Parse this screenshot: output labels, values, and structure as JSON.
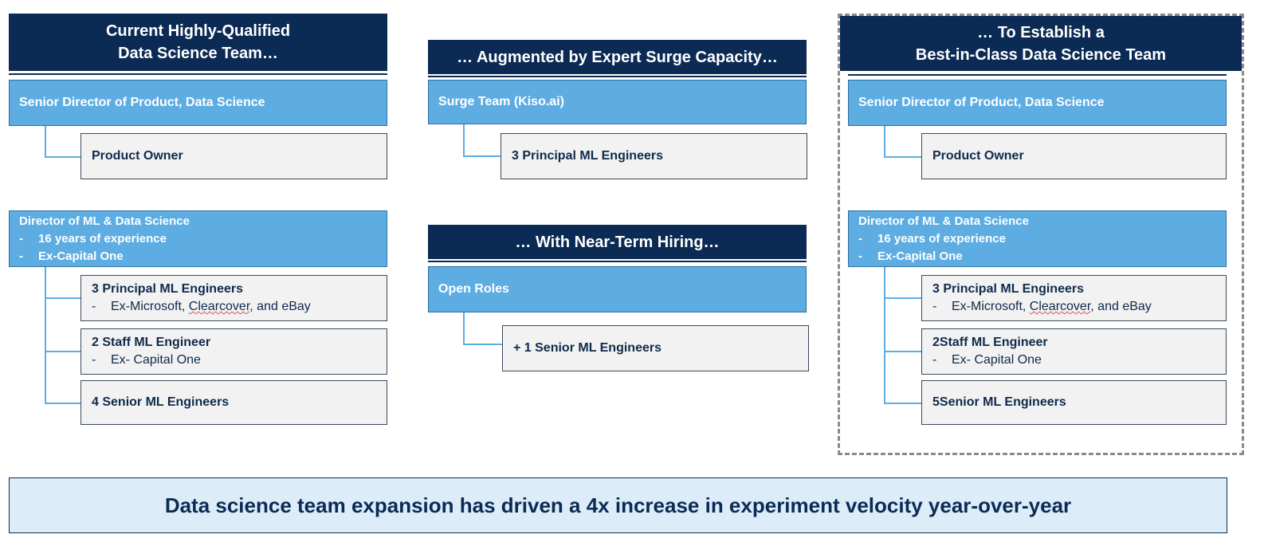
{
  "left": {
    "header_line1": "Current Highly-Qualified",
    "header_line2": "Data Science Team…",
    "senior_director": "Senior Director of Product, Data Science",
    "product_owner": "Product Owner",
    "director_title": "Director of ML & Data Science",
    "director_bullets": [
      "16 years of experience",
      "Ex-Capital One"
    ],
    "principal_title": "3 Principal ML Engineers",
    "principal_sub_pre": "Ex-Microsoft, ",
    "principal_sub_mark": "Clearcover",
    "principal_sub_post": ", and eBay",
    "staff_title": "2 Staff ML Engineer",
    "staff_sub": "Ex- Capital One",
    "senior_title": "4 Senior ML Engineers"
  },
  "middle": {
    "header_top": "… Augmented by Expert Surge Capacity…",
    "surge_team": "Surge Team (Kiso.ai)",
    "surge_child": "3 Principal ML Engineers",
    "header_bottom": "… With Near-Term Hiring…",
    "open_roles": "Open Roles",
    "open_child": "+ 1 Senior ML Engineers"
  },
  "right": {
    "header_line1": "… To Establish a",
    "header_line2": "Best-in-Class Data Science Team",
    "senior_director": "Senior Director of Product, Data Science",
    "product_owner": "Product Owner",
    "director_title": "Director of ML & Data Science",
    "director_bullets": [
      "16 years of experience",
      "Ex-Capital One"
    ],
    "principal_title": "3 Principal ML Engineers",
    "principal_sub_pre": "Ex-Microsoft, ",
    "principal_sub_mark": "Clearcover",
    "principal_sub_post": ", and eBay",
    "staff_title": "2Staff ML Engineer",
    "staff_sub": "Ex- Capital One",
    "senior_title": "5Senior ML Engineers"
  },
  "bullet_marker": "-",
  "banner": "Data science team expansion has driven a 4x increase in experiment velocity year-over-year",
  "colors": {
    "navy": "#0b2b55",
    "blue": "#5dade2",
    "grey_box": "#f2f2f2",
    "banner_bg": "#dcecf8",
    "dashed_border": "#8a8a8a"
  }
}
